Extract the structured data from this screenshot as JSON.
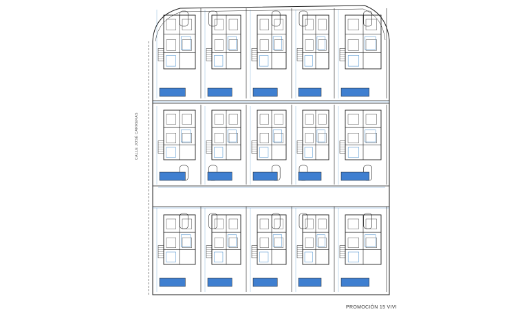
{
  "drawing": {
    "street_label": "CALLE JOSÉ CARRERAS",
    "title": "PROMOCIÓN 15 VIVI"
  },
  "colors": {
    "line": "#1d1d1d",
    "dimension": "#3a86c8",
    "pool": "#3f7fd0",
    "background": "#ffffff"
  },
  "layout_rows": 3,
  "units_per_row": 5
}
